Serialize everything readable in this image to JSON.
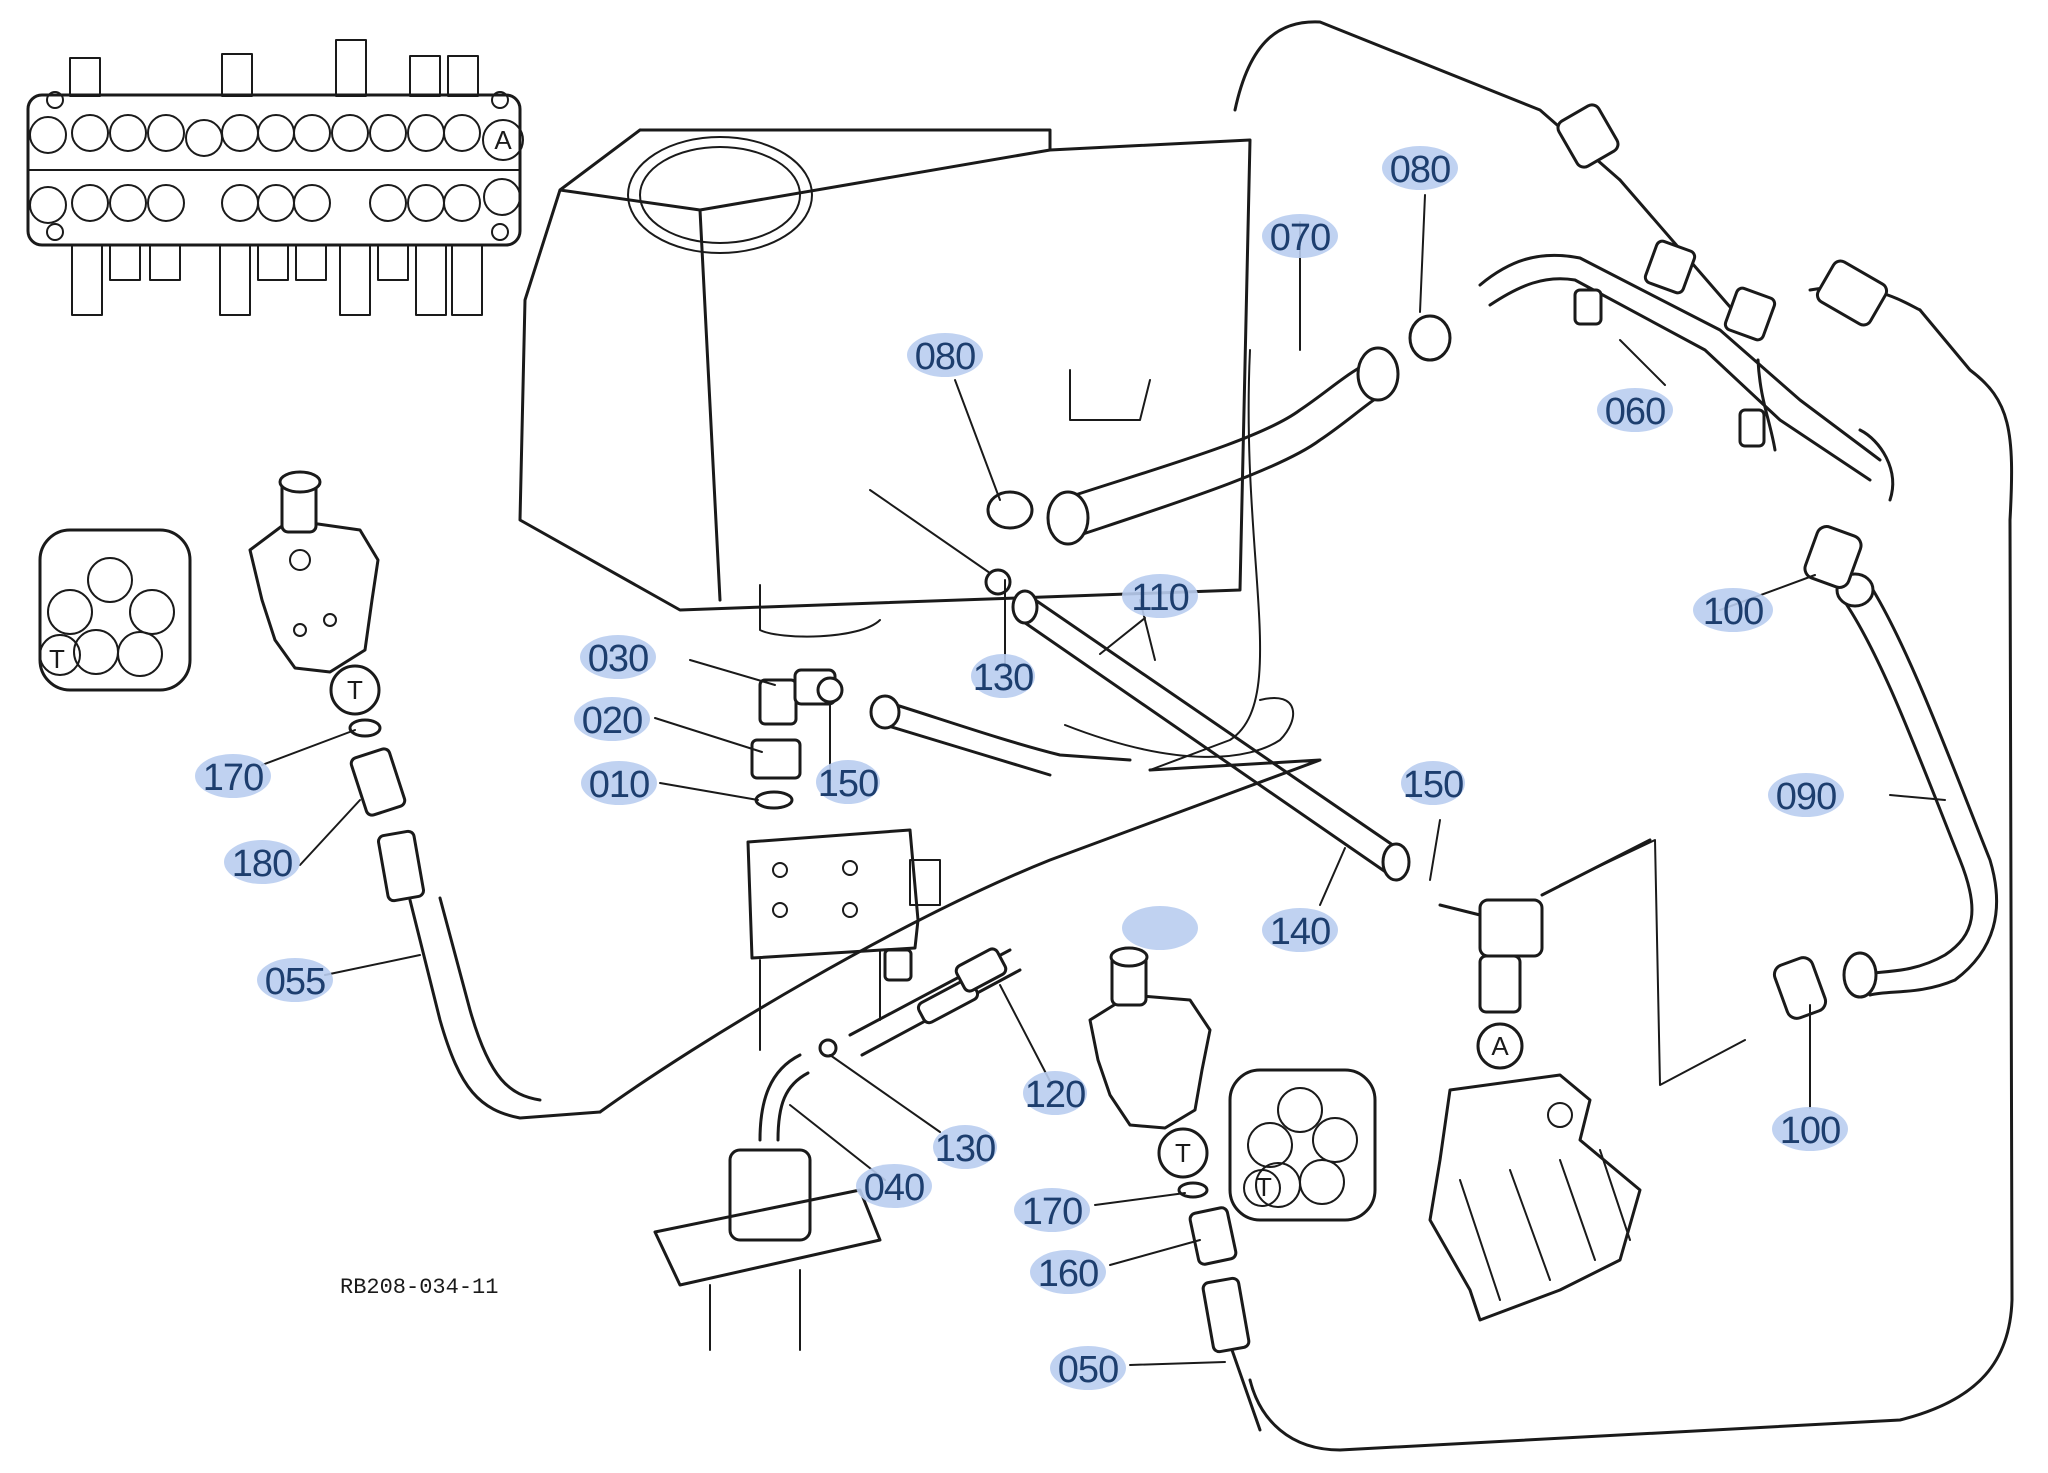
{
  "drawing_ref": "RB208-034-11",
  "markers": {
    "a": "A",
    "t": "T"
  },
  "callouts": {
    "c010": "010",
    "c020": "020",
    "c030": "030",
    "c040": "040",
    "c050": "050",
    "c055": "055",
    "c060": "060",
    "c070": "070",
    "c080a": "080",
    "c080b": "080",
    "c090": "090",
    "c100a": "100",
    "c100b": "100",
    "c110": "110",
    "c120": "120",
    "c130a": "130",
    "c130b": "130",
    "c140": "140",
    "c150a": "150",
    "c150b": "150",
    "c160": "160",
    "c170a": "170",
    "c170b": "170",
    "c180": "180"
  },
  "colors": {
    "line": "#1a1a1a",
    "callout_highlight": "#b9cdf0",
    "callout_text": "#1d3e6e"
  }
}
